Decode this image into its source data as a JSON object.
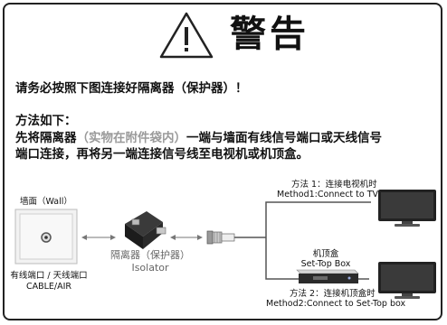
{
  "heading": {
    "title": "警告"
  },
  "instructions": {
    "line1": "请务必按照下图连接好隔离器（保护器）！",
    "method_heading": "方法如下：",
    "line2_a": "先将隔离器",
    "line2_b": "（实物在附件袋内）",
    "line2_c": "一端与墙面有线信号端口或天线信号",
    "line3": "端口连接，再将另一端连接信号线至电视机或机顶盒。"
  },
  "diagram": {
    "wall_label": "墙面（Wall）",
    "cable_label_cn": "有线端口 / 天线端口",
    "cable_label_en": "CABLE/AIR",
    "isolator_cn": "隔离器（保护器）",
    "isolator_en": "Isolator",
    "method1_cn": "方法 1：连接电视机时",
    "method1_en": "Method1:Connect to TV",
    "stb_cn": "机顶盒",
    "stb_en": "Set-Top Box",
    "method2_cn": "方法 2：连接机顶盒时",
    "method2_en": "Method2:Connect to Set-Top box"
  }
}
